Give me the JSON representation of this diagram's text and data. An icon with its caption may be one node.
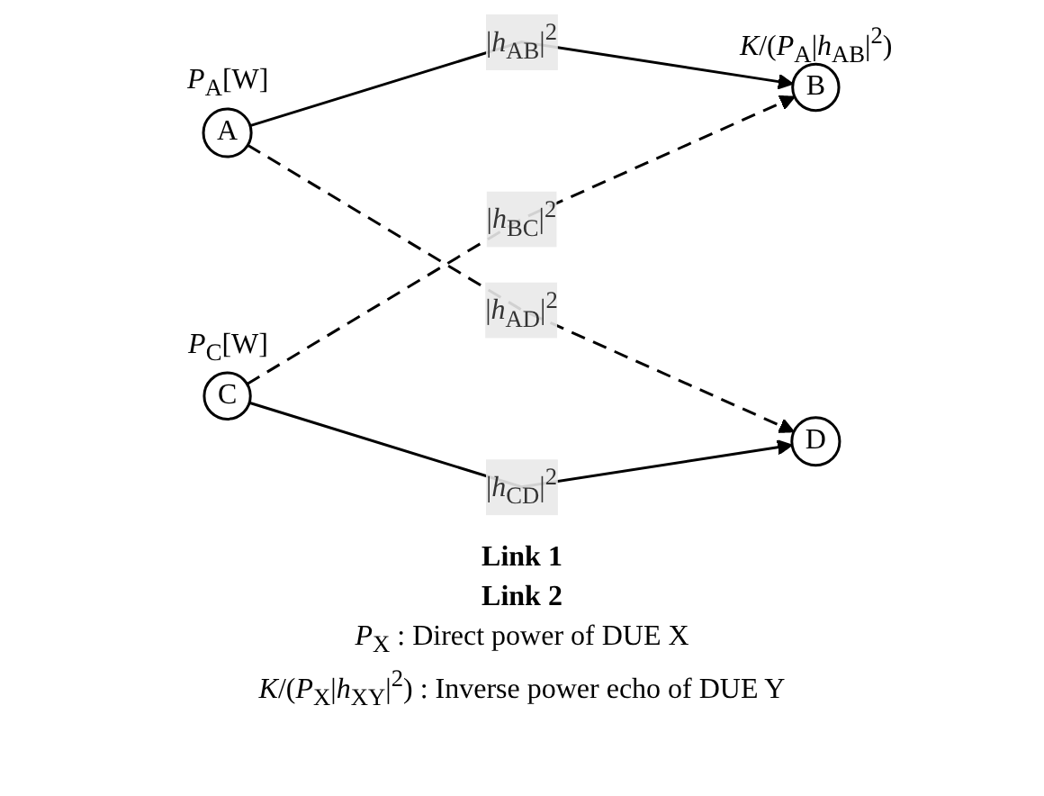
{
  "diagram": {
    "nodes": [
      {
        "text": [
          "A"
        ],
        "beside": [
          "*P*$_{A}$[W]"
        ]
      },
      {
        "text": [
          "B"
        ],
        "beside": [
          "*K*/(*P*$_{A}$|*h*$_{AB}$|$^{2}$)"
        ]
      },
      {
        "text": [
          "C"
        ],
        "beside": [
          "*P*$_{C}$[W]"
        ]
      },
      {
        "text": [
          "D"
        ]
      }
    ],
    "edges": [
      {
        "from": 0,
        "to": 1,
        "arrow": "to",
        "label": "|*h*$_{AB}$|$^{2}$"
      },
      {
        "from": 0,
        "to": 3,
        "arrow": "to",
        "style": "dashed",
        "label": "|*h*$_{AD}$|$^{2}$"
      },
      {
        "from": 2,
        "to": 1,
        "arrow": "to",
        "style": "dashed",
        "label": "|*h*$_{BC}$|$^{2}$"
      },
      {
        "from": 2,
        "to": 3,
        "arrow": "to",
        "label": "|*h*$_{CD}$|$^{2}$"
      }
    ],
    "labels": [
      "Link 1",
      "Link 2",
      "*P*$_{X}$ : Direct power of DUE X",
      "*K*/(*P*$_{X}$|*h*$_{XY}$|$^{2}$) : Inverse power echo of DUE Y"
    ]
  }
}
